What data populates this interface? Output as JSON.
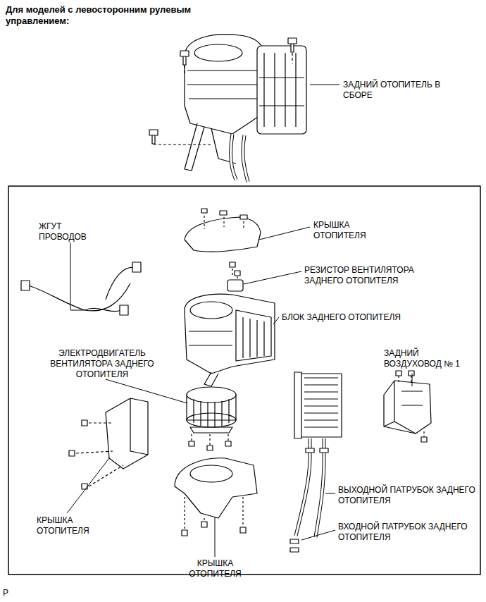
{
  "diagram": {
    "title": "Для моделей с левосторонним рулевым управлением:",
    "labels": [
      "ЗАДНИЙ ОТОПИТЕЛЬ В СБОРЕ",
      "ЖГУТ ПРОВОДОВ",
      "КРЫШКА ОТОПИТЕЛЯ",
      "РЕЗИСТОР ВЕНТИЛЯТОРА ЗАДНЕГО ОТОПИТЕЛЯ",
      "БЛОК ЗАДНЕГО ОТОПИТЕЛЯ",
      "ЭЛЕКТРОДВИГАТЕЛЬ ВЕНТИЛЯТОРА ЗАДНЕГО ОТОПИТЕЛЯ",
      "ЗАДНИЙ ВОЗДУХОВОД № 1",
      "КРЫШКА ОТОПИТЕЛЯ",
      "ВЫХОДНОЙ ПАТРУБОК ЗАДНЕГО ОТОПИТЕЛЯ",
      "ВХОДНОЙ ПАТРУБОК ЗАДНЕГО ОТОПИТЕЛЯ",
      "КРЫШКА ОТОПИТЕЛЯ",
      "P"
    ]
  }
}
